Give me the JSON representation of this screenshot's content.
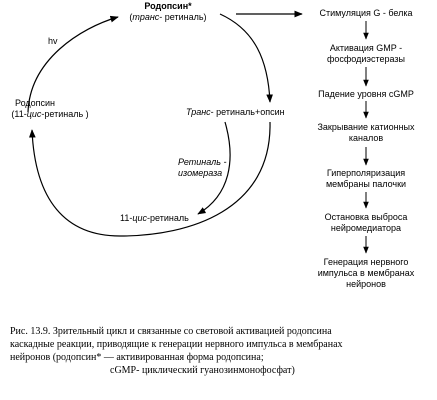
{
  "cycle": {
    "rhodopsin_active": "Родопсин*",
    "rhodopsin_active_sub_prefix": "(",
    "rhodopsin_active_sub_it": "транс",
    "rhodopsin_active_sub_rest": "- ретиналь)",
    "hv": "hv",
    "rhodopsin": "Родопсин",
    "rhodopsin_sub_prefix": "(11-",
    "rhodopsin_sub_it": "цис",
    "rhodopsin_sub_rest": "-ретиналь )",
    "trans_opsin_it": "Транс",
    "trans_opsin_rest": "- ретиналь+опсин",
    "isomerase_line1": "Ретиналь -",
    "isomerase_line2": "изомераза",
    "cis_retinal_prefix": "11-",
    "cis_retinal_it": "цис",
    "cis_retinal_rest": "-ретиналь"
  },
  "cascade": [
    "Стимуляция G - белка",
    "Активация GMP -\nфосфодиэстеразы",
    "Падение уровня cGMP",
    "Закрывание катионных\nканалов",
    "Гиперполяризация\nмембраны палочки",
    "Остановка выброса\nнейромедиатора",
    "Генерация нервного\nимпульса в мембранах\nнейронов"
  ],
  "caption": {
    "line1": "Рис. 13.9. Зрительный цикл и связанные со световой активацией родопсина",
    "line2": "каскадные реакции, приводящие к генерации нервного импульса в мембранах",
    "line3": "нейронов  (родопсин* — активированная форма родопсина;",
    "line4": "cGMP- циклический гуанозинмонофосфат)"
  }
}
